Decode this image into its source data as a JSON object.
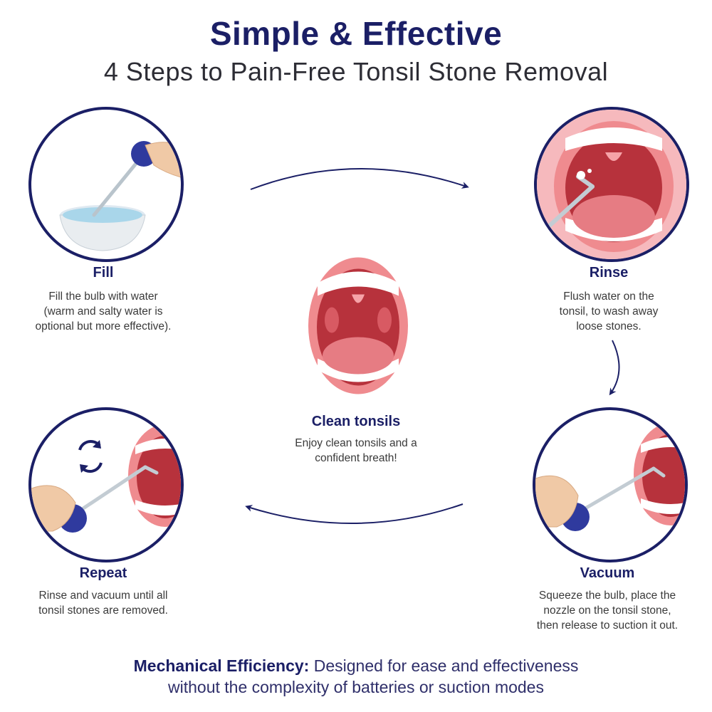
{
  "header": {
    "title": "Simple & Effective",
    "subtitle": "4 Steps to Pain-Free Tonsil Stone Removal"
  },
  "steps": {
    "fill": {
      "label": "Fill",
      "desc": "Fill the bulb with water\n(warm and salty water is\noptional but more effective).",
      "icon": "bulb-in-water-bowl-icon"
    },
    "rinse": {
      "label": "Rinse",
      "desc": "Flush water on the\ntonsil, to wash away\nloose stones.",
      "icon": "mouth-rinse-icon"
    },
    "vacuum": {
      "label": "Vacuum",
      "desc": "Squeeze the bulb, place the\nnozzle on the tonsil stone,\nthen release to suction it out.",
      "icon": "mouth-vacuum-icon"
    },
    "repeat": {
      "label": "Repeat",
      "desc": "Rinse and vacuum until all\ntonsil stones are removed.",
      "icon": "repeat-cycle-icon"
    },
    "center": {
      "label": "Clean tonsils",
      "desc": "Enjoy clean tonsils and a\nconfident breath!",
      "icon": "open-mouth-icon"
    }
  },
  "footer": {
    "bold": "Mechanical Efficiency:",
    "line1": " Designed for ease and effectiveness",
    "line2": "without the complexity of batteries or suction modes"
  },
  "colors": {
    "accent": "#1b1f66",
    "lips": "#ef8b8f",
    "mouth_inner": "#b7323c",
    "tongue": "#e67c83",
    "bulb": "#2f3a9e"
  }
}
